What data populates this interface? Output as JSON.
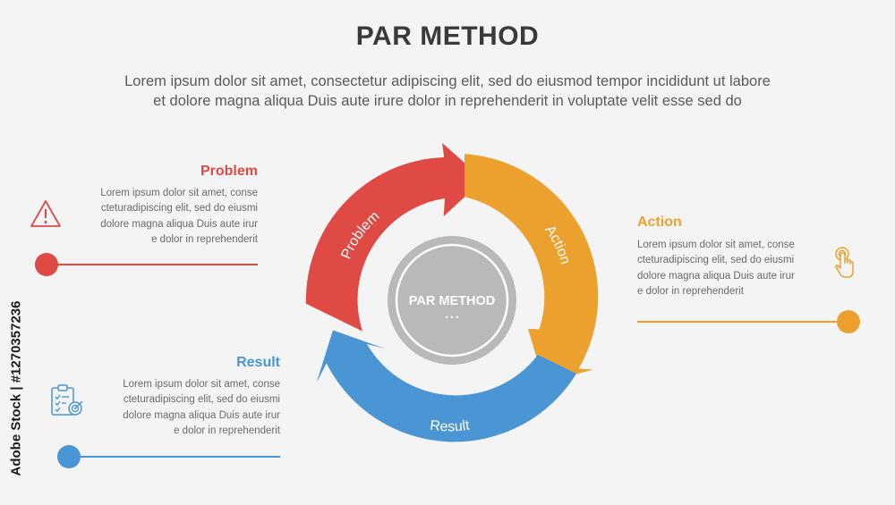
{
  "title": "PAR METHOD",
  "subtitle_line1": "Lorem ipsum dolor sit amet, consectetur adipiscing elit, sed do eiusmod tempor incididunt ut labore",
  "subtitle_line2": "et dolore magna aliqua Duis aute irure dolor in reprehenderit in voluptate velit esse sed do",
  "center": {
    "label": "PAR METHOD",
    "dots": "• • •"
  },
  "segments": [
    {
      "label": "Problem",
      "color": "#df4b44"
    },
    {
      "label": "Action",
      "color": "#eca12e"
    },
    {
      "label": "Result",
      "color": "#4a95d4"
    }
  ],
  "items": {
    "problem": {
      "title": "Problem",
      "color": "#df4b44",
      "icon": "warning-icon",
      "lines": [
        "Lorem ipsum dolor sit amet, conse",
        "cteturadipiscing elit, sed do eiusmi",
        "dolore magna aliqua Duis aute irur",
        "e dolor in reprehenderit"
      ]
    },
    "action": {
      "title": "Action",
      "color": "#eca12e",
      "icon": "touch-hand-icon",
      "lines": [
        "Lorem ipsum dolor sit amet, conse",
        "cteturadipiscing elit, sed do eiusmi",
        "dolore magna aliqua Duis aute irur",
        "e dolor in reprehenderit"
      ]
    },
    "result": {
      "title": "Result",
      "color": "#4a95d4",
      "icon": "clipboard-target-icon",
      "lines": [
        "Lorem ipsum dolor sit amet, conse",
        "cteturadipiscing elit, sed do eiusmi",
        "dolore magna aliqua Duis aute irur",
        "e dolor in reprehenderit"
      ]
    }
  },
  "watermark": "Adobe Stock | #1270357236"
}
